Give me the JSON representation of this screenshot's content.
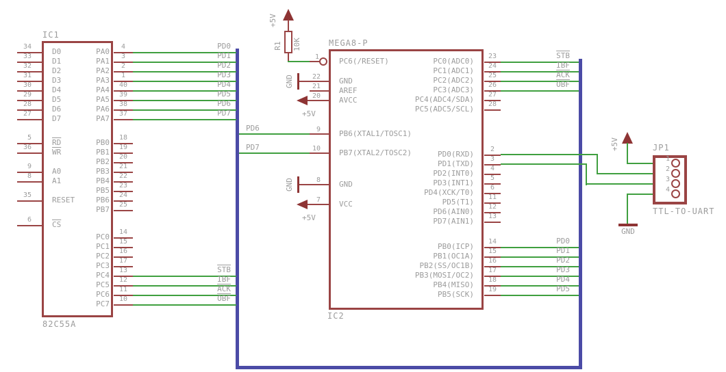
{
  "colors": {
    "symbol_red": "#9a4444",
    "power_red": "#8e3434",
    "net_green": "#3f9f3f",
    "bus_blue": "#4b4ba6",
    "text_gray": "#9c9c9c",
    "background": "#ffffff"
  },
  "power": {
    "plus5v": "+5V",
    "gnd": "GND"
  },
  "ic1": {
    "ref": "IC1",
    "value": "82C55A",
    "rowsA": [
      {
        "lnum": "34",
        "ln": "D0",
        "rnum": "4",
        "rn": "PA0",
        "net": "PD0"
      },
      {
        "lnum": "33",
        "ln": "D1",
        "rnum": "3",
        "rn": "PA1",
        "net": "PD1"
      },
      {
        "lnum": "32",
        "ln": "D2",
        "rnum": "2",
        "rn": "PA2",
        "net": "PD2"
      },
      {
        "lnum": "31",
        "ln": "D3",
        "rnum": "1",
        "rn": "PA3",
        "net": "PD3"
      },
      {
        "lnum": "30",
        "ln": "D4",
        "rnum": "40",
        "rn": "PA4",
        "net": "PD4"
      },
      {
        "lnum": "29",
        "ln": "D5",
        "rnum": "39",
        "rn": "PA5",
        "net": "PD5"
      },
      {
        "lnum": "28",
        "ln": "D6",
        "rnum": "38",
        "rn": "PA6",
        "net": "PD6"
      },
      {
        "lnum": "27",
        "ln": "D7",
        "rnum": "37",
        "rn": "PA7",
        "net": "PD7"
      }
    ],
    "rowsB": [
      {
        "lnum": "5",
        "ln": "RD",
        "lov": true,
        "rnum": "18",
        "rn": "PB0"
      },
      {
        "lnum": "36",
        "ln": "WR",
        "lov": true,
        "rnum": "19",
        "rn": "PB1"
      },
      {
        "rnum": "20",
        "rn": "PB2"
      },
      {
        "lnum": "9",
        "ln": "A0",
        "rnum": "21",
        "rn": "PB3"
      },
      {
        "lnum": "8",
        "ln": "A1",
        "rnum": "22",
        "rn": "PB4"
      },
      {
        "rnum": "23",
        "rn": "PB5"
      },
      {
        "lnum": "35",
        "ln": "RESET",
        "rnum": "24",
        "rn": "PB6"
      },
      {
        "rnum": "25",
        "rn": "PB7"
      }
    ],
    "csRow": {
      "lnum": "6",
      "ln": "CS",
      "lov": true
    },
    "rowsC": [
      {
        "rnum": "14",
        "rn": "PC0"
      },
      {
        "rnum": "15",
        "rn": "PC1"
      },
      {
        "rnum": "16",
        "rn": "PC2"
      },
      {
        "rnum": "17",
        "rn": "PC3"
      },
      {
        "rnum": "13",
        "rn": "PC4",
        "net": "STB",
        "nov": true
      },
      {
        "rnum": "12",
        "rn": "PC5",
        "net": "IBF"
      },
      {
        "rnum": "11",
        "rn": "PC6",
        "net": "ACK",
        "nov": true
      },
      {
        "rnum": "10",
        "rn": "PC7",
        "net": "OBF",
        "nov": true
      }
    ]
  },
  "ic2": {
    "ref": "IC2",
    "value": "MEGA8-P",
    "left": {
      "p1": {
        "num": "1",
        "name": "PC6(/RESET)"
      },
      "p22": {
        "num": "22",
        "name": "GND"
      },
      "p21": {
        "num": "21",
        "name": "AREF"
      },
      "p20": {
        "num": "20",
        "name": "AVCC"
      },
      "p9": {
        "num": "9",
        "name": "PB6(XTAL1/TOSC1)",
        "net": "PD6"
      },
      "p10": {
        "num": "10",
        "name": "PB7(XTAL2/TOSC2)",
        "net": "PD7"
      },
      "p8": {
        "num": "8",
        "name": "GND"
      },
      "p7": {
        "num": "7",
        "name": "VCC"
      }
    },
    "rowsC": [
      {
        "rnum": "23",
        "rn": "PC0(ADC0)",
        "net": "STB",
        "nov": true
      },
      {
        "rnum": "24",
        "rn": "PC1(ADC1)",
        "net": "IBF"
      },
      {
        "rnum": "25",
        "rn": "PC2(ADC2)",
        "net": "ACK",
        "nov": true
      },
      {
        "rnum": "26",
        "rn": "PC3(ADC3)",
        "net": "OBF",
        "nov": true
      },
      {
        "rnum": "27",
        "rn": "PC4(ADC4/SDA)"
      },
      {
        "rnum": "28",
        "rn": "PC5(ADC5/SCL)"
      }
    ],
    "rowsD": [
      {
        "rnum": "2",
        "rn": "PD0(RXD)"
      },
      {
        "rnum": "3",
        "rn": "PD1(TXD)"
      },
      {
        "rnum": "4",
        "rn": "PD2(INT0)"
      },
      {
        "rnum": "5",
        "rn": "PD3(INT1)"
      },
      {
        "rnum": "6",
        "rn": "PD4(XCK/T0)"
      },
      {
        "rnum": "11",
        "rn": "PD5(T1)"
      },
      {
        "rnum": "12",
        "rn": "PD6(AIN0)"
      },
      {
        "rnum": "13",
        "rn": "PD7(AIN1)"
      }
    ],
    "rowsE": [
      {
        "rnum": "14",
        "rn": "PB0(ICP)",
        "net": "PD0"
      },
      {
        "rnum": "15",
        "rn": "PB1(OC1A)",
        "net": "PD1"
      },
      {
        "rnum": "16",
        "rn": "PB2(SS/OC1B)",
        "net": "PD2"
      },
      {
        "rnum": "17",
        "rn": "PB3(MOSI/OC2)",
        "net": "PD3"
      },
      {
        "rnum": "18",
        "rn": "PB4(MISO)",
        "net": "PD4"
      },
      {
        "rnum": "19",
        "rn": "PB5(SCK)",
        "net": "PD5"
      }
    ]
  },
  "r1": {
    "ref": "R1",
    "value": "10K"
  },
  "jp1": {
    "ref": "JP1",
    "value": "TTL-TO-UART",
    "pins": [
      {
        "num": "1"
      },
      {
        "num": "2"
      },
      {
        "num": "3"
      },
      {
        "num": "4"
      }
    ]
  }
}
